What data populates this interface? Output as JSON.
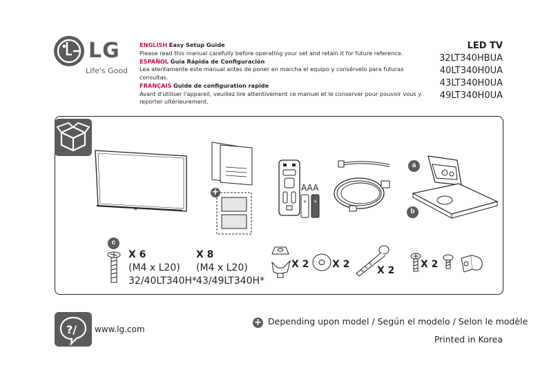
{
  "brand": {
    "logo_letters": "LG",
    "tagline": "Life's Good"
  },
  "intro": [
    {
      "lang": "ENGLISH",
      "title": "Easy Setup Guide",
      "text": "Please read this manual carefully before operating your set and retain it for future reference."
    },
    {
      "lang": "ESPAÑOL",
      "title": "Guía Rápida de Configuración",
      "text": "Lea atentamente este manual antes de poner en marcha el equipo y consérvelo para futuras consultas."
    },
    {
      "lang": "FRANÇAIS",
      "title": "Guide de configuration rapide",
      "text": "Avant d'utiliser l'appareil, veuillez lire attentivement ce manuel et le conserver pour pouvoir vous y reporter ultérieurement."
    }
  ],
  "models": {
    "product_type": "LED TV",
    "list": [
      "32LT340HBUA",
      "40LT340H0UA",
      "43LT340H0UA",
      "49LT340H0UA"
    ]
  },
  "components": {
    "badge_a": "a",
    "badge_b": "b",
    "badge_c": "c",
    "remote_battery_label": "AAA",
    "screws_c1": {
      "qty": "X 6",
      "spec": "(M4 x L20)",
      "models": "32/40LT340H*"
    },
    "screws_c2": {
      "qty": "X 8",
      "spec": "(M4 x L20)",
      "models": "43/49LT340H*"
    },
    "wing_nut_qty": "X 2",
    "washer_qty": "X 2",
    "bolt_qty": "X 2",
    "small_screw_qty": "X 2"
  },
  "footer": {
    "url": "www.lg.com",
    "note": "Depending upon model / Según el modelo / Selon le modèle",
    "printed": "Printed in Korea"
  },
  "colors": {
    "accent": "#c4124e",
    "icon_gray": "#5a5b5d",
    "text": "#231f20"
  }
}
